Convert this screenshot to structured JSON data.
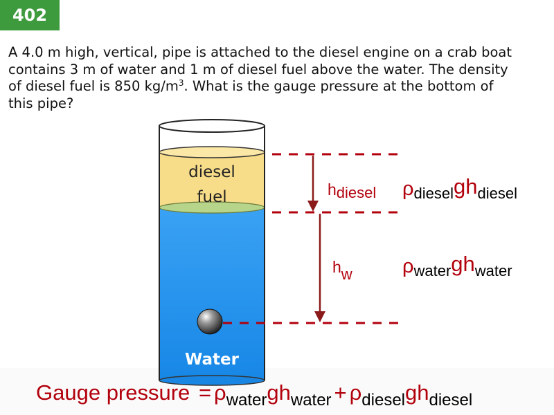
{
  "badge": "402",
  "problem": {
    "line1": "A 4.0 m high, vertical, pipe is attached to the diesel engine on a crab boat",
    "line2": "contains 3 m of water and 1 m of diesel fuel above the water. The density",
    "line3_before": "of diesel fuel is 850 kg/m",
    "line3_sup": "3",
    "line3_after": ". What is the gauge pressure at the bottom of",
    "line4": "this pipe?"
  },
  "diagram": {
    "diesel_label_1": "diesel",
    "diesel_label_2": "fuel",
    "water_label": "Water",
    "h_diesel": {
      "base": "h",
      "sub": "diesel"
    },
    "h_water": {
      "base": "h",
      "sub": "w"
    },
    "expr_diesel": {
      "rho": "ρ",
      "rho_sub": "diesel",
      "gh": "gh",
      "h_sub": "diesel"
    },
    "expr_water": {
      "rho": "ρ",
      "rho_sub": "water",
      "gh": "gh",
      "h_sub": "water"
    },
    "colors": {
      "accent_red": "#b2000c",
      "arrow": "#8b1a1a",
      "diesel": "#f7dc8a",
      "water": "#2a96f0",
      "badge_green": "#3d9a3d"
    }
  },
  "formula": {
    "label": "Gauge pressure",
    "eq": "=",
    "rho1": "ρ",
    "rho1_sub": "water",
    "gh1": "gh",
    "h1_sub": "water",
    "plus": "+",
    "rho2": "ρ",
    "rho2_sub": "diesel",
    "gh2": "gh",
    "h2_sub": "diesel"
  }
}
